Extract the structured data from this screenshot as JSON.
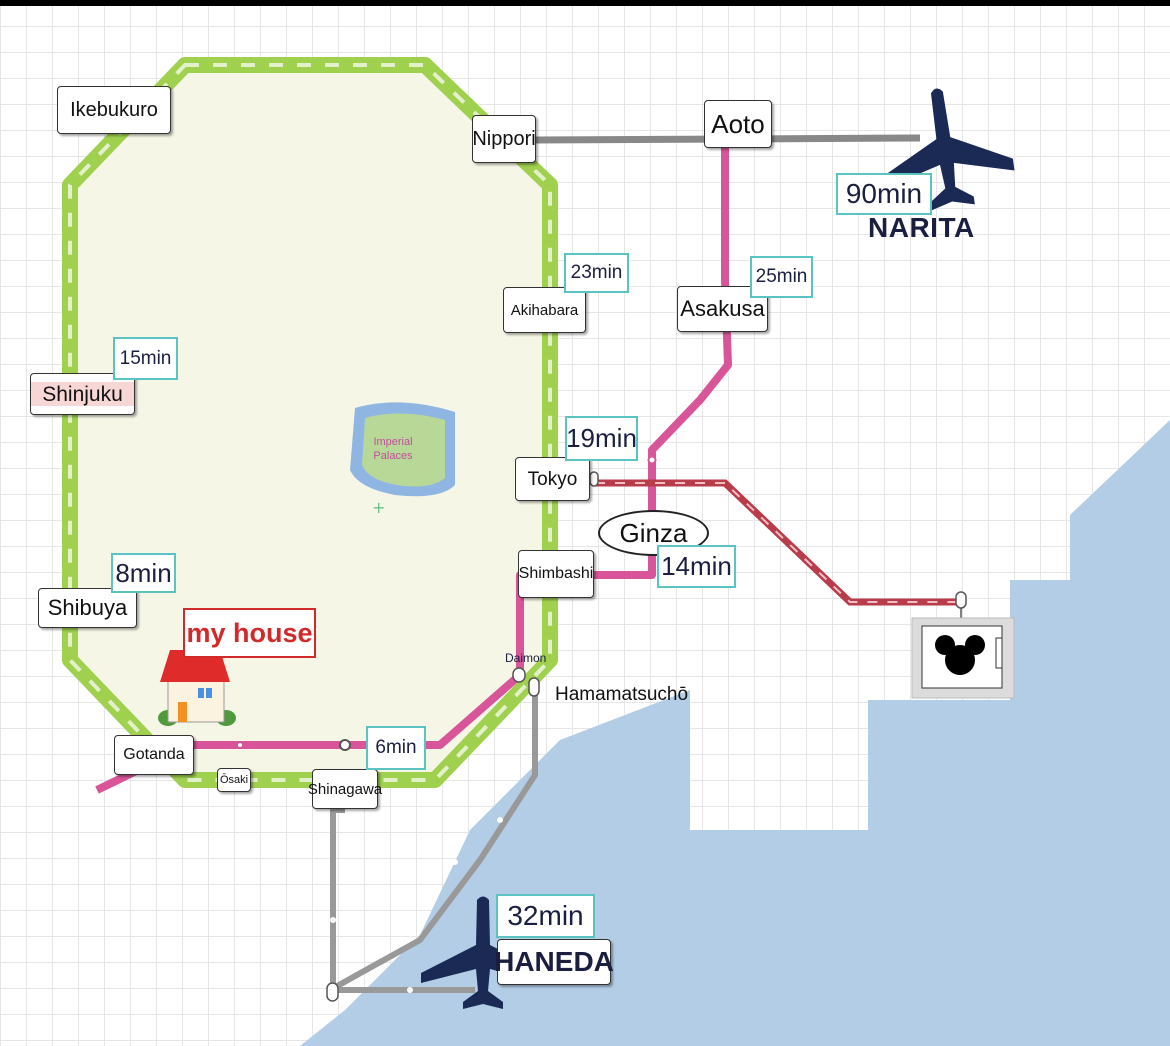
{
  "colors": {
    "loop_line": "#9fd04e",
    "pink_line": "#d9559a",
    "red_line": "#b83c4a",
    "gray_line": "#888888",
    "sea": "#b3cde6",
    "plane": "#1a2a55",
    "time_border": "#5cc3c3",
    "house_label": "#d12a2a"
  },
  "stations": {
    "ikebukuro": "Ikebukuro",
    "nippori": "Nippori",
    "aoto": "Aoto",
    "akihabara": "Akihabara",
    "asakusa": "Asakusa",
    "shinjuku": "Shinjuku",
    "tokyo": "Tokyo",
    "ginza": "Ginza",
    "shimbashi": "Shimbashi",
    "shibuya": "Shibuya",
    "daimon": "Daimon",
    "hamamatsucho": "Hamamatsuchō",
    "gotanda": "Gotanda",
    "osaki": "Ōsaki",
    "shinagawa": "Shinagawa"
  },
  "times": {
    "narita": "90min",
    "akihabara": "23min",
    "asakusa": "25min",
    "shinjuku": "15min",
    "tokyo": "19min",
    "ginza": "14min",
    "shibuya": "8min",
    "shinagawa": "6min",
    "haneda": "32min"
  },
  "airports": {
    "narita": "NARITA",
    "haneda": "HANEDA"
  },
  "landmarks": {
    "palace_line1": "Imperial",
    "palace_line2": "Palaces",
    "home": "my house"
  },
  "icons": [
    "airplane-icon",
    "house-icon",
    "mickey-icon"
  ]
}
